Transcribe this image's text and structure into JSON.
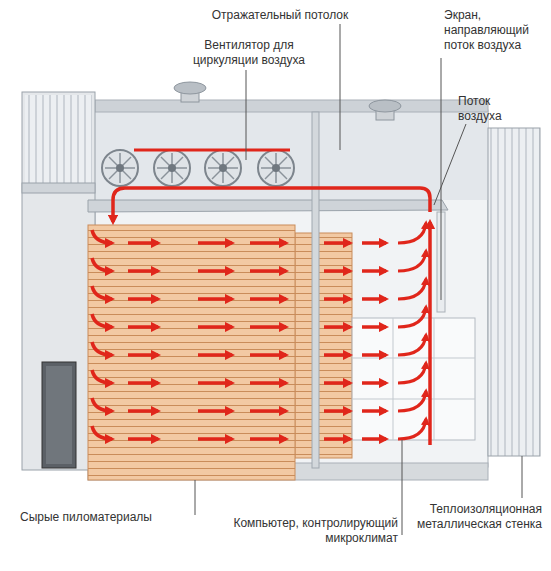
{
  "diagram": {
    "labels": [
      "Отражательный потолок",
      "Вентилятор для циркуляции воздуха",
      "Экран, направляющий поток воздуха",
      "Поток воздуха",
      "Сырые пиломатериалы",
      "Компьютер, контролирующий микроклимат",
      "Теплоизоляционная металлическая стенка"
    ]
  }
}
